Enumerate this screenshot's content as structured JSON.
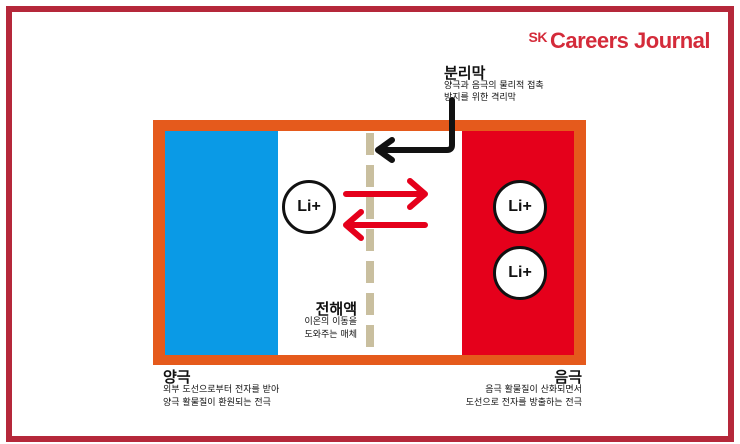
{
  "brand": {
    "prefix": "SK",
    "name": "Careers Journal",
    "color": "#d42b3a"
  },
  "colors": {
    "frame": "#b5283a",
    "battery_border": "#e55a1c",
    "anode": "#0a9ae6",
    "cathode": "#e5001b",
    "separator": "#c9bf9f",
    "arrow": "#e5001b"
  },
  "separator": {
    "title": "분리막",
    "desc_line1": "양극과 음극의 물리적 접촉",
    "desc_line2": "방지를 위한 격리막"
  },
  "electrolyte": {
    "title": "전해액",
    "desc_line1": "이온의 이동을",
    "desc_line2": "도와주는 매체"
  },
  "anode": {
    "title": "양극",
    "desc_line1": "외부 도선으로부터 전자를 받아",
    "desc_line2": "양극 활물질이 환원되는 전극"
  },
  "cathode": {
    "title": "음극",
    "desc_line1": "음극 활물질이 산화되면서",
    "desc_line2": "도선으로 전자를 방출하는 전극"
  },
  "ions": {
    "left": "Li+",
    "right_top": "Li+",
    "right_bottom": "Li+"
  }
}
